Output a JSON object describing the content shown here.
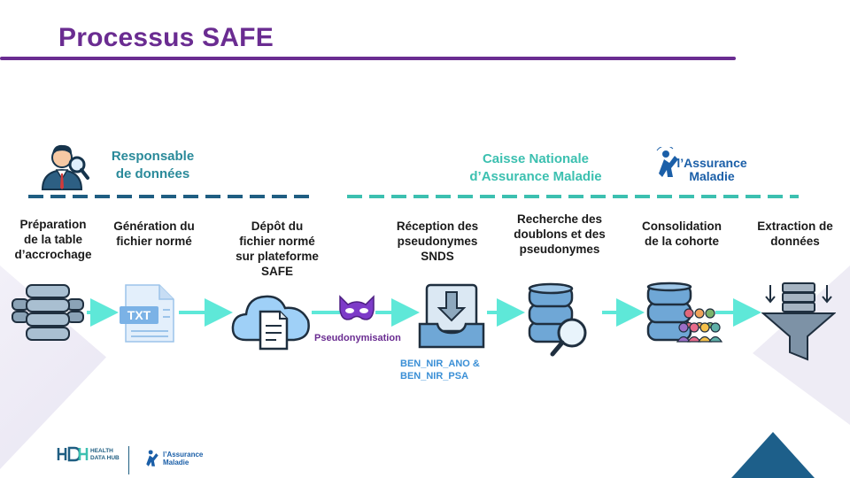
{
  "title": "Processus SAFE",
  "actors": [
    {
      "label_line1": "Responsable",
      "label_line2": "de données",
      "color": "#2a8a9a"
    },
    {
      "label_line1": "Caisse Nationale",
      "label_line2": "d’Assurance Maladie",
      "color": "#3cc0b0"
    }
  ],
  "steps": [
    {
      "lines": [
        "Préparation",
        "de la table",
        "d’accrochage"
      ],
      "icon": "database-stack-icon"
    },
    {
      "lines": [
        "Génération du",
        "fichier normé"
      ],
      "icon": "txt-file-icon"
    },
    {
      "lines": [
        "Dépôt du",
        "fichier normé",
        "sur plateforme",
        "SAFE"
      ],
      "icon": "cloud-document-icon"
    },
    {
      "lines": [
        "Réception des",
        "pseudonymes",
        "SNDS"
      ],
      "icon": "inbox-download-icon"
    },
    {
      "lines": [
        "Recherche des",
        "doublons et des",
        "pseudonymes"
      ],
      "icon": "database-search-icon"
    },
    {
      "lines": [
        "Consolidation",
        "de la cohorte"
      ],
      "icon": "database-people-icon"
    },
    {
      "lines": [
        "Extraction de",
        "données"
      ],
      "icon": "server-funnel-icon"
    }
  ],
  "pseudonymisation_label": "Pseudonymisation",
  "ben_nir_line1": "BEN_NIR_ANO &",
  "ben_nir_line2": "BEN_NIR_PSA",
  "assurance_logo": {
    "line1": "l’Assurance",
    "line2": "Maladie"
  },
  "footer": {
    "hdh_line1": "HEALTH",
    "hdh_line2": "DATA HUB",
    "logo_line1": "l’Assurance",
    "logo_line2": "Maladie"
  },
  "colors": {
    "title": "#6a2c91",
    "dashed_dark": "#1f5e82",
    "dashed_teal": "#3cc0b0",
    "arrow": "#5ee8d8",
    "pseudonymisation": "#6a2c91",
    "ben_nir": "#3a8fd6"
  }
}
